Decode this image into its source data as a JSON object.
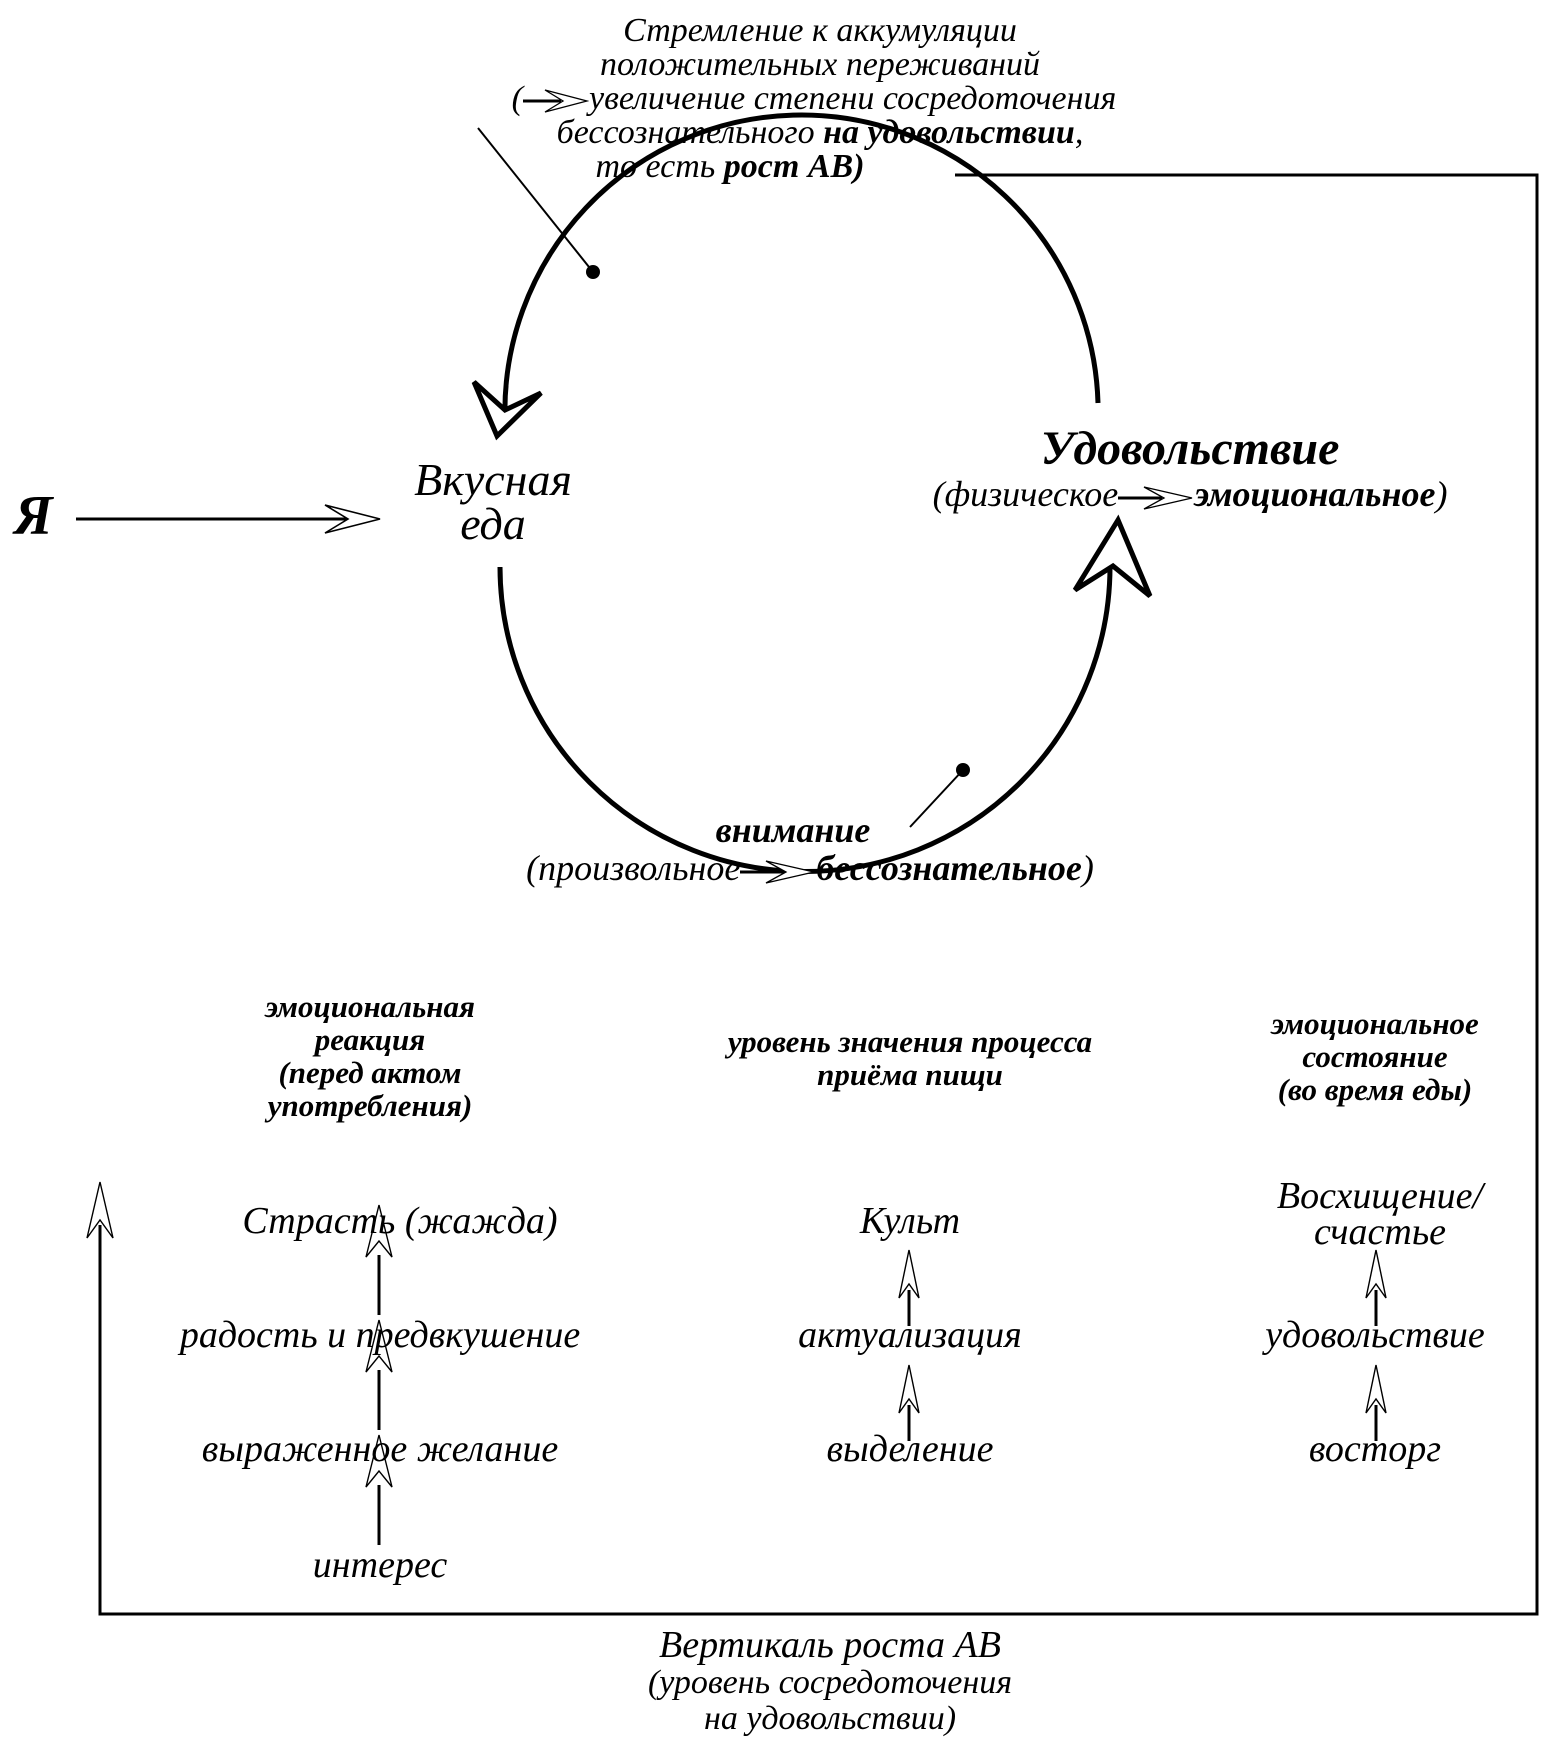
{
  "colors": {
    "ink": "#000000",
    "background": "#ffffff"
  },
  "top_annotation": {
    "line1": "Стремление к аккумуляции",
    "line2": "положительных переживаний",
    "line3_open": "(",
    "line3_rest": "увеличение степени сосредоточения",
    "line4_normal": "бессознательного ",
    "line4_bold": "на удовольствии",
    "line4_end": ",",
    "line5_normal": "то есть ",
    "line5_bold": "рост АВ)"
  },
  "self_node": {
    "label": "Я"
  },
  "food_node": {
    "line1": "Вкусная",
    "line2": "еда"
  },
  "pleasure_node": {
    "title": "Удовольствие",
    "open": "(",
    "from": "физическое",
    "to": "эмоциональное",
    "close": ")"
  },
  "attention_node": {
    "title": "внимание",
    "open": "(",
    "from": "произвольное",
    "to": "бессознательное",
    "close": ")"
  },
  "columns": [
    {
      "header": [
        "эмоциональная",
        "реакция",
        "(перед актом",
        "употребления)"
      ],
      "levels": [
        "Страсть (жажда)",
        "радость и предвкушение",
        "выраженное желание",
        "интерес"
      ]
    },
    {
      "header": [
        "уровень значения процесса",
        "приёма пищи"
      ],
      "levels": [
        "Культ",
        "актуализация",
        "выделение"
      ]
    },
    {
      "header": [
        "эмоциональное",
        "состояние",
        "(во время еды)"
      ],
      "levels": [
        "Восхищение/",
        "счастье",
        "удовольствие",
        "восторг"
      ]
    }
  ],
  "footer": {
    "line1": "Вертикаль роста АВ",
    "line2": "(уровень сосредоточения",
    "line3": "на удовольствии)"
  },
  "icons": {
    "cycle_arrow": "hollow-arrowhead",
    "inline_arrow": "open-double-stroke-arrow",
    "level_arrow": "up-arrow-open-head"
  }
}
